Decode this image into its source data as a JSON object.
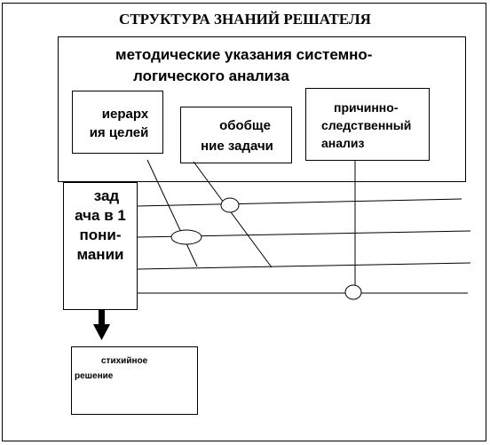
{
  "title": "СТРУКТУРА ЗНАНИЙ РЕШАТЕЛЯ",
  "methodology": {
    "label_line1": "методические указания системно-",
    "label_line2": "логического анализа"
  },
  "goal_hierarchy": {
    "line1": "иерарх",
    "line2": "ия целей"
  },
  "task_generalization": {
    "line1": "обобще",
    "line2": "ние задачи"
  },
  "causal_analysis": {
    "line1": "причинно-",
    "line2": "следственный",
    "line3": "анализ"
  },
  "task_understanding": {
    "line1": "зад",
    "line2": "ача в 1",
    "line3": "пони-",
    "line4": "мании"
  },
  "spontaneous_solution": {
    "line1": "стихийное",
    "line2": "решение"
  }
}
